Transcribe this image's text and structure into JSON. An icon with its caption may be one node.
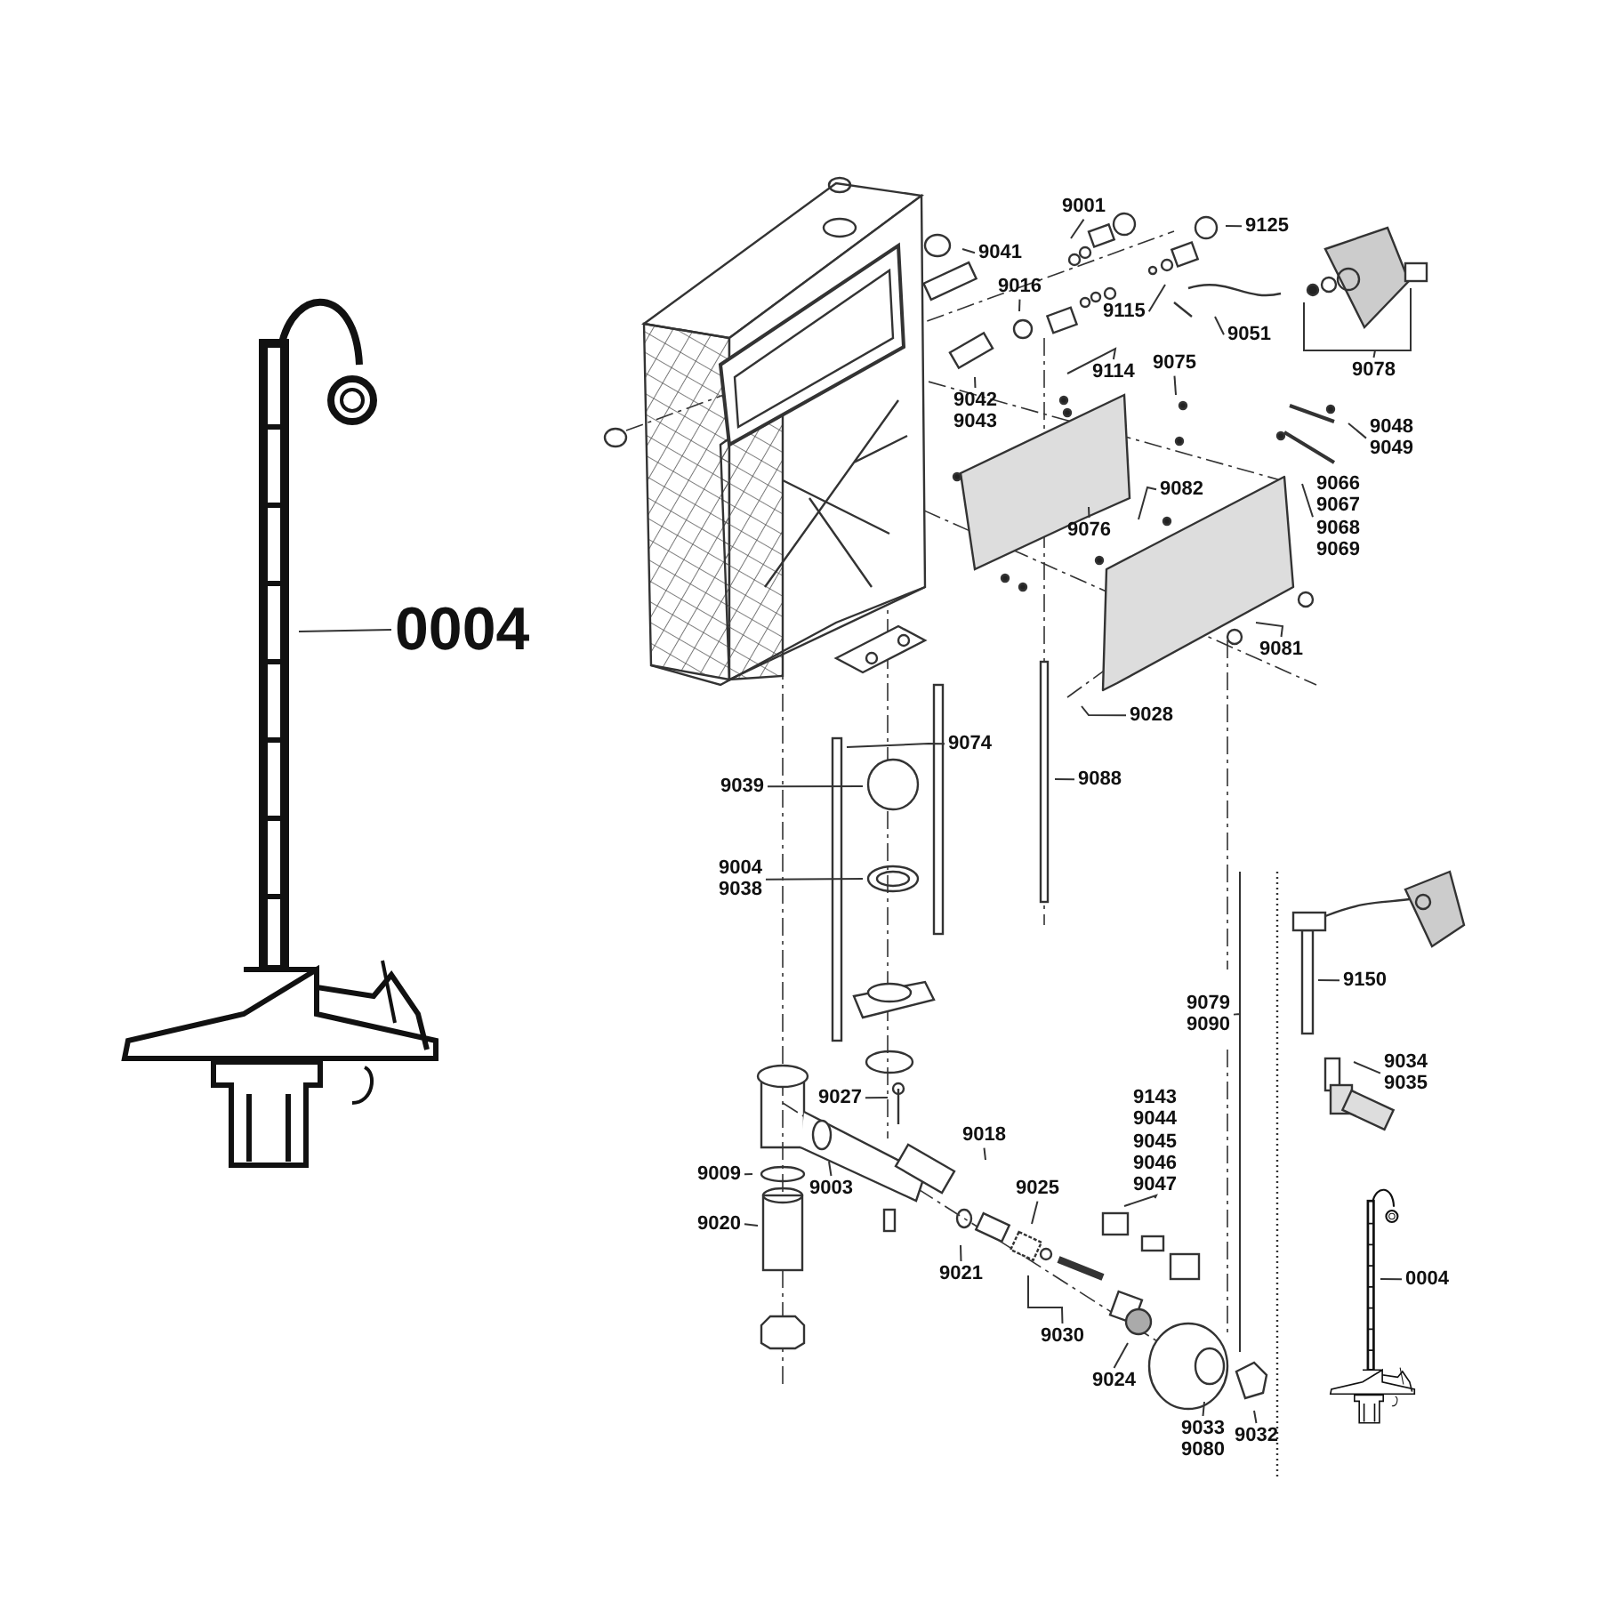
{
  "diagram": {
    "nodes": [
      {
        "text": [
          "0004"
        ]
      },
      {
        "text": [
          "9001"
        ]
      },
      {
        "text": [
          "9041"
        ]
      },
      {
        "text": [
          "9016"
        ]
      },
      {
        "text": [
          "9125"
        ]
      },
      {
        "text": [
          "9115"
        ]
      },
      {
        "text": [
          "9051"
        ]
      },
      {
        "text": [
          "9114"
        ]
      },
      {
        "text": [
          "9078"
        ]
      },
      {
        "text": [
          "9042 9043"
        ]
      },
      {
        "text": [
          "9075"
        ]
      },
      {
        "text": [
          "9048 9049"
        ]
      },
      {
        "text": [
          "9082"
        ]
      },
      {
        "text": [
          "9066 9067 9068 9069"
        ]
      },
      {
        "text": [
          "9076"
        ]
      },
      {
        "text": [
          "9081"
        ]
      },
      {
        "text": [
          "9028"
        ]
      },
      {
        "text": [
          "9074"
        ]
      },
      {
        "text": [
          "9039"
        ]
      },
      {
        "text": [
          "9088"
        ]
      },
      {
        "text": [
          "9004 9038"
        ]
      },
      {
        "text": [
          "9027"
        ]
      },
      {
        "text": [
          "9018"
        ]
      },
      {
        "text": [
          "9009"
        ]
      },
      {
        "text": [
          "9003"
        ]
      },
      {
        "text": [
          "9025"
        ]
      },
      {
        "text": [
          "9143 9044 9045 9046 9047"
        ]
      },
      {
        "text": [
          "9020"
        ]
      },
      {
        "text": [
          "9021"
        ]
      },
      {
        "text": [
          "9030"
        ]
      },
      {
        "text": [
          "9024"
        ]
      },
      {
        "text": [
          "9033 9080"
        ]
      },
      {
        "text": [
          "9032"
        ]
      },
      {
        "text": [
          "9079 9090"
        ]
      },
      {
        "text": [
          "9150"
        ]
      },
      {
        "text": [
          "9034 9035"
        ]
      },
      {
        "text": [
          "0004"
        ]
      }
    ],
    "edges": [
      {
        "from": 0,
        "to": null,
        "arrow": "none"
      },
      {
        "from": 1,
        "to": null,
        "arrow": "none"
      },
      {
        "from": 2,
        "to": null,
        "arrow": "none"
      },
      {
        "from": 3,
        "to": null,
        "arrow": "none"
      },
      {
        "from": 4,
        "to": null,
        "arrow": "none"
      },
      {
        "from": 5,
        "to": null,
        "arrow": "none"
      },
      {
        "from": 6,
        "to": null,
        "arrow": "none"
      },
      {
        "from": 7,
        "to": null,
        "arrow": "none"
      },
      {
        "from": 8,
        "to": null,
        "arrow": "none"
      },
      {
        "from": 9,
        "to": null,
        "arrow": "none"
      },
      {
        "from": 10,
        "to": null,
        "arrow": "none"
      },
      {
        "from": 11,
        "to": null,
        "arrow": "none"
      },
      {
        "from": 12,
        "to": null,
        "arrow": "none"
      },
      {
        "from": 13,
        "to": null,
        "arrow": "none"
      },
      {
        "from": 14,
        "to": null,
        "arrow": "none"
      },
      {
        "from": 15,
        "to": null,
        "arrow": "none"
      },
      {
        "from": 16,
        "to": null,
        "arrow": "none"
      },
      {
        "from": 17,
        "to": null,
        "arrow": "none"
      },
      {
        "from": 18,
        "to": null,
        "arrow": "none"
      },
      {
        "from": 19,
        "to": null,
        "arrow": "none"
      },
      {
        "from": 20,
        "to": null,
        "arrow": "none"
      },
      {
        "from": 21,
        "to": null,
        "arrow": "none"
      },
      {
        "from": 22,
        "to": null,
        "arrow": "none"
      },
      {
        "from": 23,
        "to": null,
        "arrow": "none"
      },
      {
        "from": 24,
        "to": null,
        "arrow": "none"
      },
      {
        "from": 25,
        "to": null,
        "arrow": "none"
      },
      {
        "from": 26,
        "to": null,
        "arrow": "none"
      },
      {
        "from": 27,
        "to": null,
        "arrow": "none"
      },
      {
        "from": 28,
        "to": null,
        "arrow": "none"
      },
      {
        "from": 29,
        "to": null,
        "arrow": "none"
      },
      {
        "from": 30,
        "to": null,
        "arrow": "none"
      },
      {
        "from": 31,
        "to": null,
        "arrow": "none"
      },
      {
        "from": 32,
        "to": null,
        "arrow": "none"
      },
      {
        "from": 33,
        "to": null,
        "arrow": "none"
      },
      {
        "from": 34,
        "to": null,
        "arrow": "none"
      },
      {
        "from": 35,
        "to": null,
        "arrow": "none"
      },
      {
        "from": 36,
        "to": null,
        "arrow": "none"
      }
    ]
  }
}
